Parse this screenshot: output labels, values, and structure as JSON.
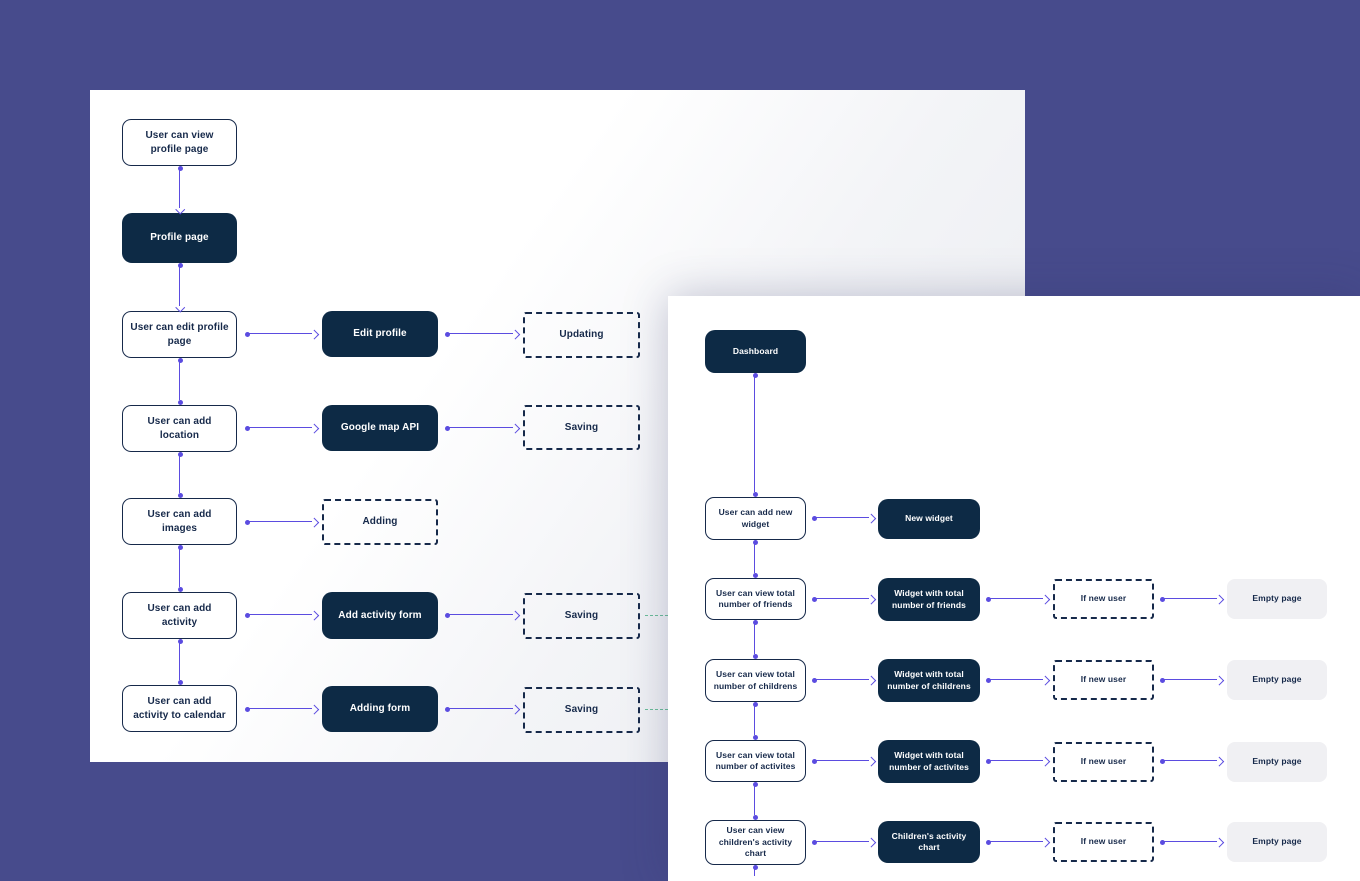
{
  "background_color": "#474b8c",
  "colors": {
    "node_dark_bg": "#0d2a45",
    "node_border": "#16294a",
    "arrow": "#5b4ce0",
    "green_link": "#3fae7c",
    "empty_node_bg": "#f0f0f3"
  },
  "profile_flow": {
    "steps": [
      "User can view profile page",
      "Profile page",
      "User can edit profile page",
      "User can add location",
      "User can add images",
      "User can add activity",
      "User can add activity to calendar"
    ],
    "actions": [
      "Edit profile",
      "Google map API",
      "Adding",
      "Add activity form",
      "Adding form"
    ],
    "outcomes": [
      "Updating",
      "Saving",
      "Saving",
      "Saving"
    ]
  },
  "dashboard_flow": {
    "steps": [
      "Dashboard",
      "User can add new widget",
      "User can view total number of friends",
      "User can view total number of childrens",
      "User can view total number of activites",
      "User can view children's activity chart"
    ],
    "widgets": [
      "New widget",
      "Widget with total number of friends",
      "Widget with total number of childrens",
      "Widget with total number of activites",
      "Children's activity chart"
    ],
    "conditions": [
      "If new user",
      "If new user",
      "If new user",
      "If new user"
    ],
    "results": [
      "Empty page",
      "Empty page",
      "Empty page",
      "Empty page"
    ]
  }
}
